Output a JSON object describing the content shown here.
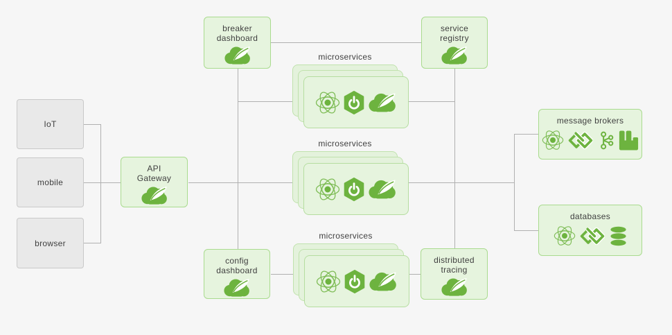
{
  "diagram": {
    "clients": [
      {
        "id": "iot",
        "label": "IoT"
      },
      {
        "id": "mobile",
        "label": "mobile"
      },
      {
        "id": "browser",
        "label": "browser"
      }
    ],
    "api_gateway": {
      "label": "API Gateway",
      "icon": "spring-leaf-cloud-icon"
    },
    "breaker_dashboard": {
      "label": "breaker dashboard",
      "icon": "spring-leaf-cloud-icon"
    },
    "service_registry": {
      "label": "service registry",
      "icon": "spring-leaf-cloud-icon"
    },
    "config_dashboard": {
      "label": "config dashboard",
      "icon": "spring-leaf-cloud-icon"
    },
    "distributed_tracing": {
      "label": "distributed tracing",
      "icon": "spring-leaf-cloud-icon"
    },
    "message_brokers": {
      "label": "message brokers",
      "icons": [
        "atom-orbit-icon",
        "interlocked-links-icon",
        "kafka-icon",
        "rabbitmq-icon"
      ]
    },
    "databases": {
      "label": "databases",
      "icons": [
        "atom-orbit-icon",
        "interlocked-links-icon",
        "database-cylinder-icon"
      ]
    },
    "microservices_stacks": [
      {
        "label": "microservices",
        "icons": [
          "atom-orbit-icon",
          "spring-boot-icon",
          "spring-leaf-cloud-icon"
        ]
      },
      {
        "label": "microservices",
        "icons": [
          "atom-orbit-icon",
          "spring-boot-icon",
          "spring-leaf-cloud-icon"
        ]
      },
      {
        "label": "microservices",
        "icons": [
          "atom-orbit-icon",
          "spring-boot-icon",
          "spring-leaf-cloud-icon"
        ]
      }
    ]
  },
  "colors": {
    "background": "#f6f6f6",
    "spring_green": "#6db33f",
    "green_box_fill": "#e6f4de",
    "green_box_border": "#a9db8e",
    "stack_layer_fill": "#e4f2dc",
    "stack_layer_border": "#c0e2ad",
    "gray_box_fill": "#e9e9e9",
    "gray_box_border": "#c9c9c9",
    "connector_line": "#b0b0b0",
    "text": "#3f3f3f"
  }
}
